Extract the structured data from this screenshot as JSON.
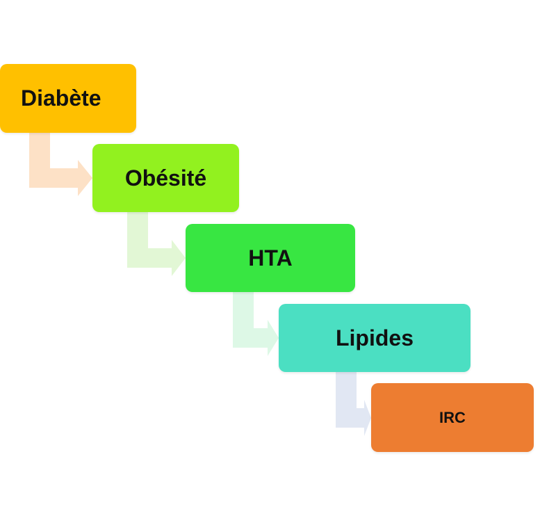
{
  "steps": [
    {
      "label": "Diabète",
      "color": "#FFC000",
      "connector_color": "#FDE1C6"
    },
    {
      "label": "Obésité",
      "color": "#92F11F",
      "connector_color": "#E2F7D5"
    },
    {
      "label": "HTA",
      "color": "#38E642",
      "connector_color": "#DDF8E6"
    },
    {
      "label": "Lipides",
      "color": "#4BDFC2",
      "connector_color": "#E1E7F3"
    },
    {
      "label": "IRC",
      "color": "#ED7D31"
    }
  ]
}
